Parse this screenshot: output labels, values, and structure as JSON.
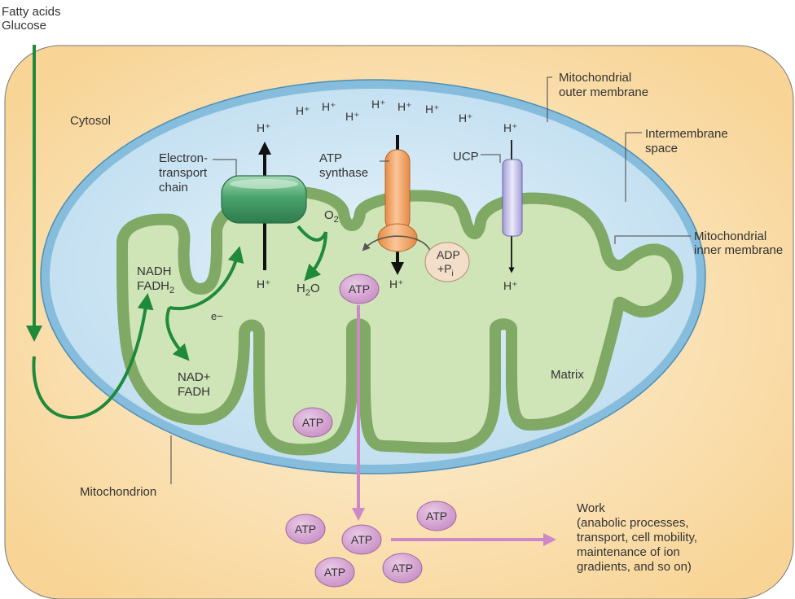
{
  "inputs": {
    "line1": "Fatty acids",
    "line2": "Glucose"
  },
  "labels": {
    "cytosol": "Cytosol",
    "outer_membrane_1": "Mitochondrial",
    "outer_membrane_2": "outer membrane",
    "intermembrane_1": "Intermembrane",
    "intermembrane_2": "space",
    "inner_membrane_1": "Mitochondrial",
    "inner_membrane_2": "inner membrane",
    "etc_1": "Electron-",
    "etc_2": "transport",
    "etc_3": "chain",
    "atp_synthase_1": "ATP",
    "atp_synthase_2": "synthase",
    "ucp": "UCP",
    "nadh": "NADH",
    "fadh2": "FADH",
    "fadh2_sub": "2",
    "nad_1": "NAD+",
    "nad_2": "FADH",
    "electron": "e−",
    "o2": "O",
    "o2_sub": "2",
    "h2o_h": "H",
    "h2o_sub": "2",
    "h2o_o": "O",
    "adp": "ADP",
    "pi": "+P",
    "pi_sub": "i",
    "matrix": "Matrix",
    "mitochondrion": "Mitochondrion",
    "work_1": "Work",
    "work_2": "(anabolic processes,",
    "work_3": "transport, cell mobility,",
    "work_4": "maintenance of ion",
    "work_5": "gradients, and so on)"
  },
  "protons": {
    "symbol": "H⁺"
  },
  "atp_label": "ATP",
  "colors": {
    "cytosol": "#f8d597",
    "outer_membrane": "#8cbfdd",
    "intermembrane": "#c6e3f3",
    "inner_membrane": "#a6c98b",
    "matrix": "#d9ebc4",
    "etc_protein": "#4aa36d",
    "atp_synthase": "#f1a260",
    "ucp": "#c5c1e8",
    "atp_bubble": "#cf9fcc",
    "flow_arrow": "#1f8a3a",
    "atp_arrow": "#cc88c8"
  }
}
